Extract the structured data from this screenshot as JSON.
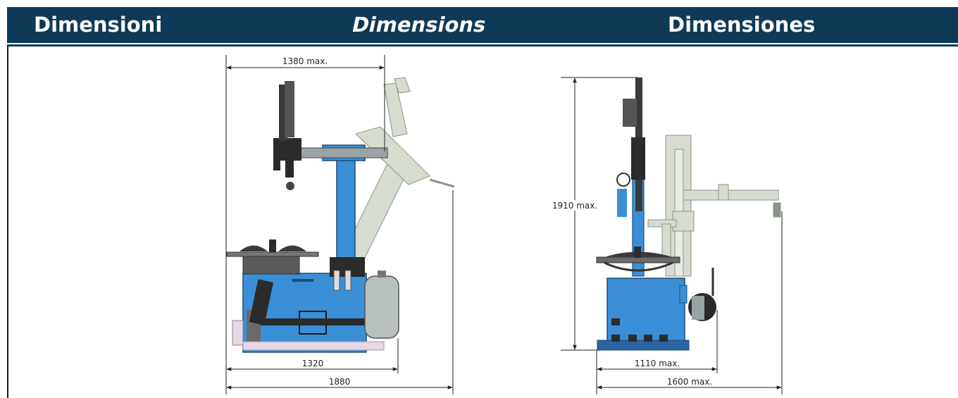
{
  "header": {
    "title_it": "Dimensioni",
    "title_en": "Dimensions",
    "title_es": "Dimensiones",
    "color": "#0e3a58"
  },
  "left_view": {
    "top_width": "1380 max.",
    "base_depth": "1320",
    "total_depth": "1880"
  },
  "right_view": {
    "height": "1910 max.",
    "base_width": "1110 max.",
    "total_width": "1600 max."
  },
  "colors": {
    "machine_blue": "#3a8fd6",
    "ghost_green": "#d6ddd0",
    "dark_part": "#2b2b2b"
  }
}
